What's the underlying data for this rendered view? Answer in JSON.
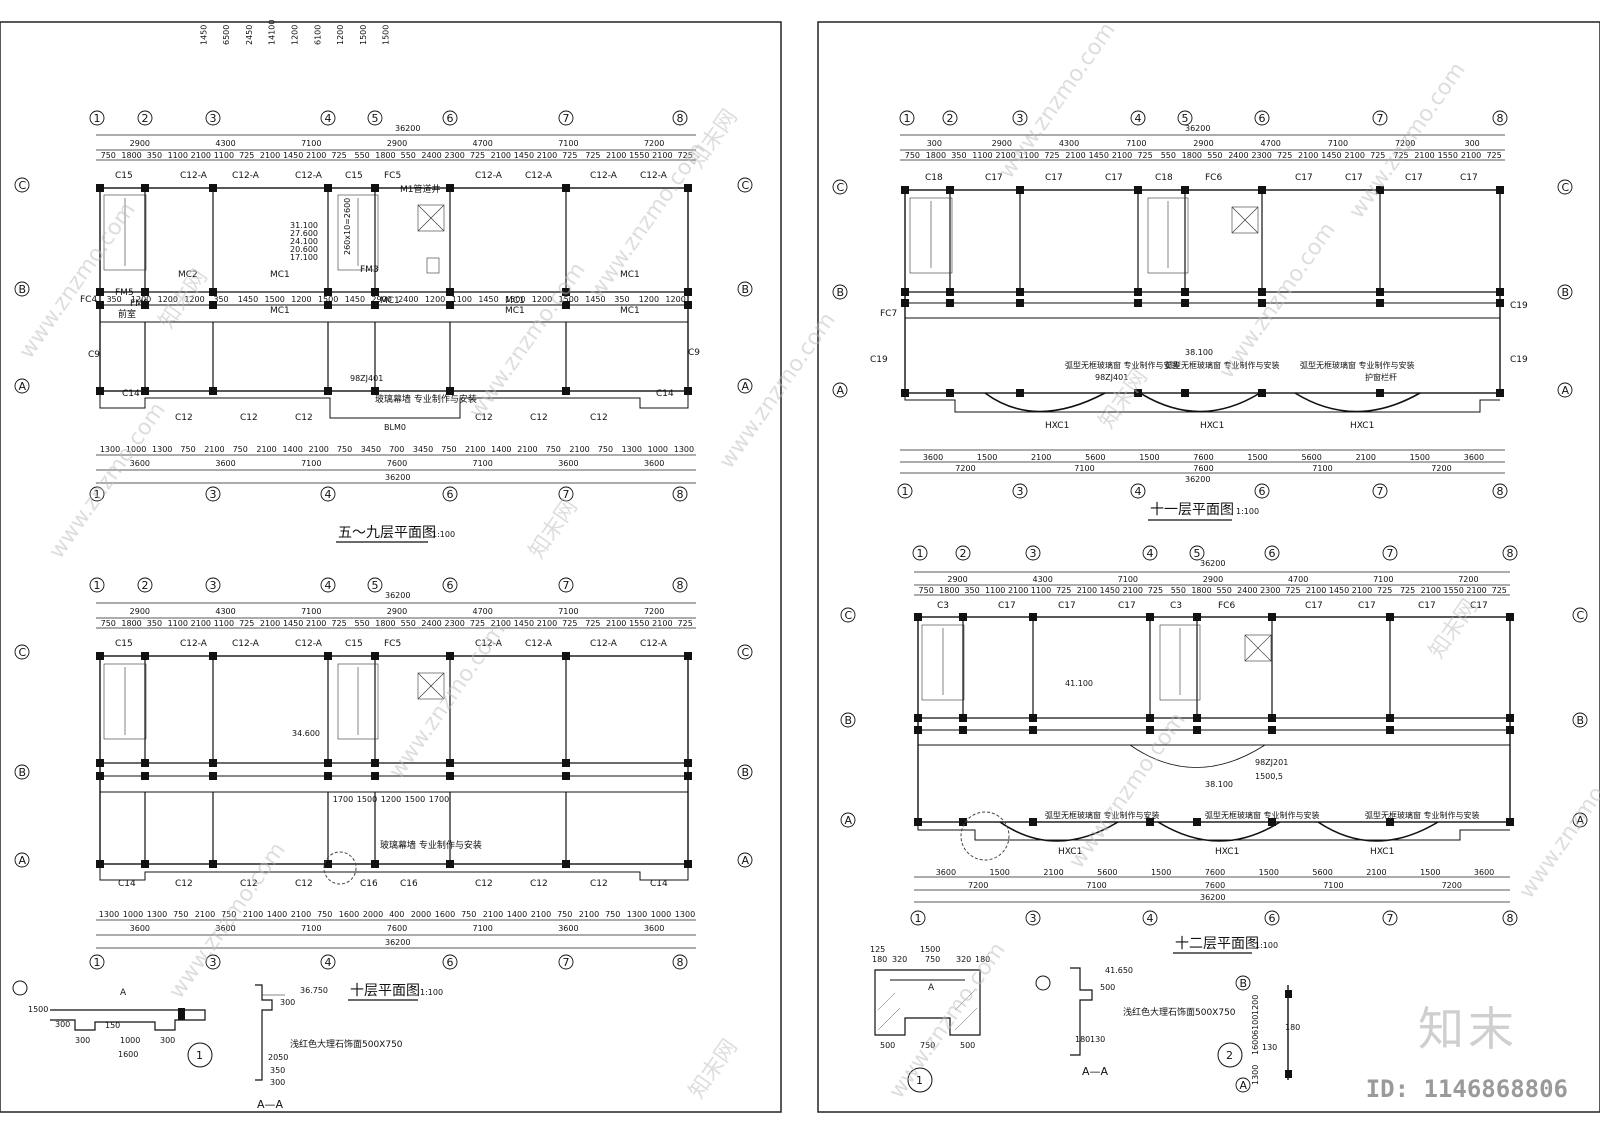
{
  "plans": {
    "p1": {
      "title": "五～九层平面图",
      "scale": "1:100",
      "top_dims1": [
        "2900",
        "4300",
        "7100",
        "2900",
        "4700",
        "7100",
        "7200"
      ],
      "top_total": "36200",
      "top_dims2": [
        "750",
        "1800",
        "350",
        "1100",
        "2100",
        "1100",
        "725",
        "2100",
        "1450",
        "2100",
        "725",
        "550",
        "1800",
        "550",
        "2400",
        "2300",
        "725",
        "2100",
        "1450",
        "2100",
        "725",
        "725",
        "2100",
        "1550",
        "2100",
        "725"
      ],
      "windows_top": [
        "C15",
        "C12-A",
        "C12-A",
        "C12-A",
        "C15",
        "FC5",
        "C12-A",
        "C12-A",
        "C12-A",
        "C12-A"
      ],
      "left_dims": [
        "1450",
        "6500",
        "2450",
        "14100",
        "1200",
        "6100",
        "1200",
        "1500",
        "1500"
      ],
      "room_labels": [
        "M1管道井",
        "MC2",
        "MC1",
        "MC1",
        "MC1",
        "MC1",
        "FM5",
        "FM3",
        "FC4",
        "C9",
        "C9",
        "前室",
        "FM5",
        "C14",
        "C14",
        "MC1",
        "MC1",
        "MC1"
      ],
      "elevations": [
        "31.100",
        "27.600",
        "24.100",
        "20.600",
        "17.100"
      ],
      "bottom_windows": [
        "C12",
        "C12",
        "C12",
        "C12",
        "C12",
        "C12"
      ],
      "bottom_dims1": [
        "1300",
        "1000",
        "1300",
        "750",
        "2100",
        "750",
        "2100",
        "1400",
        "2100",
        "750",
        "3450",
        "700",
        "3450",
        "750",
        "2100",
        "1400",
        "2100",
        "750",
        "2100",
        "750",
        "1300",
        "1000",
        "1300"
      ],
      "bottom_dims2": [
        "3600",
        "3600",
        "7100",
        "7600",
        "7100",
        "3600",
        "3600"
      ],
      "bottom_total": "36200",
      "mid_dims": [
        "350",
        "1200",
        "1200",
        "1200",
        "350",
        "1450",
        "1500",
        "1200",
        "1500",
        "1450",
        "2900",
        "2400",
        "1200",
        "1100",
        "1450",
        "1500",
        "1200",
        "1500",
        "1450",
        "350",
        "1200",
        "1200"
      ],
      "curtain": "玻璃幕墙 专业制作与安装",
      "note_code": "98ZJ401",
      "axes_top": [
        "1",
        "2",
        "3",
        "4",
        "5",
        "6",
        "7",
        "8"
      ],
      "axes_bottom": [
        "1",
        "3",
        "4",
        "6",
        "7",
        "8"
      ],
      "axes_side": [
        "C",
        "B",
        "A"
      ],
      "door": "BLM0",
      "stair_dims": "260x10=2600"
    },
    "p2": {
      "title": "十层平面图",
      "scale": "1:100",
      "elevation": "34.600",
      "windows_top": [
        "C15",
        "C12-A",
        "C12-A",
        "C12-A",
        "C15",
        "FC5",
        "C12-A",
        "C12-A",
        "C12-A",
        "C12-A"
      ],
      "bottom_windows": [
        "C14",
        "C12",
        "C12",
        "C12",
        "C16",
        "C16",
        "C12",
        "C12",
        "C12",
        "C14"
      ],
      "bottom_dims1": [
        "1300",
        "1000",
        "1300",
        "750",
        "2100",
        "750",
        "2100",
        "1400",
        "2100",
        "750",
        "1600",
        "2000",
        "400",
        "2000",
        "1600",
        "750",
        "2100",
        "1400",
        "2100",
        "750",
        "2100",
        "750",
        "1300",
        "1000",
        "1300"
      ],
      "curtain": "玻璃幕墙 专业制作与安装",
      "mid_dims": [
        "1700",
        "1500",
        "1200",
        "1500",
        "1700"
      ]
    },
    "p3": {
      "title": "十一层平面图",
      "scale": "1:100",
      "elevation": "38.100",
      "windows_top": [
        "C18",
        "C17",
        "C17",
        "C17",
        "C18",
        "FC6",
        "C17",
        "C17",
        "C17",
        "C17"
      ],
      "top_dims1": [
        "300",
        "2900",
        "4300",
        "7100",
        "2900",
        "4700",
        "7100",
        "7200",
        "300"
      ],
      "bottom_dims": [
        "3600",
        "1500",
        "2100",
        "5600",
        "1500",
        "7600",
        "1500",
        "5600",
        "2100",
        "1500",
        "3600"
      ],
      "bottom_dims2": [
        "7200",
        "7100",
        "7600",
        "7100",
        "7200"
      ],
      "glass": "弧型无框玻璃窗 专业制作与安装",
      "hxc": [
        "HXC1",
        "HXC1",
        "HXC1"
      ],
      "side_windows": [
        "FC7",
        "C19",
        "C19",
        "C19"
      ],
      "note_code": "98ZJ401",
      "rail": "护窗栏杆"
    },
    "p4": {
      "title": "十二层平面图",
      "scale": "1:100",
      "elevation": "41.100",
      "elevation2": "38.100",
      "windows_top": [
        "C3",
        "C17",
        "C17",
        "C17",
        "C3",
        "FC6",
        "C17",
        "C17",
        "C17",
        "C17"
      ],
      "glass": "弧型无框玻璃窗 专业制作与安装",
      "hxc": [
        "HXC1",
        "HXC1",
        "HXC1"
      ],
      "note_code": "98ZJ201",
      "note_sub": "1500,5"
    }
  },
  "details": {
    "d1": {
      "dims": [
        "300",
        "1000",
        "300",
        "1600",
        "1500",
        "150",
        "300"
      ],
      "section": "A",
      "circle": "1"
    },
    "d2": {
      "elev": "36.750",
      "material": "浅红色大理石饰面500X750",
      "dims": [
        "300",
        "2050",
        "350",
        "300"
      ],
      "label": "A—A"
    },
    "d3": {
      "dims": [
        "125",
        "1500",
        "180",
        "320",
        "750",
        "320",
        "180",
        "500",
        "750",
        "500"
      ],
      "section": "A",
      "circle": "1"
    },
    "d4": {
      "elev": "41.650",
      "material": "浅红色大理石饰面500X750",
      "dims": [
        "500",
        "180",
        "130"
      ],
      "label": "A—A"
    },
    "d5": {
      "dims": [
        "6100",
        "1300",
        "1600",
        "1200",
        "130",
        "180"
      ],
      "circle": "2",
      "axes": [
        "B",
        "A"
      ]
    }
  },
  "watermark": "www.znzmo.com",
  "watermark_cn": "知末网",
  "brand": "知末",
  "id_text": "ID: 1146868806"
}
